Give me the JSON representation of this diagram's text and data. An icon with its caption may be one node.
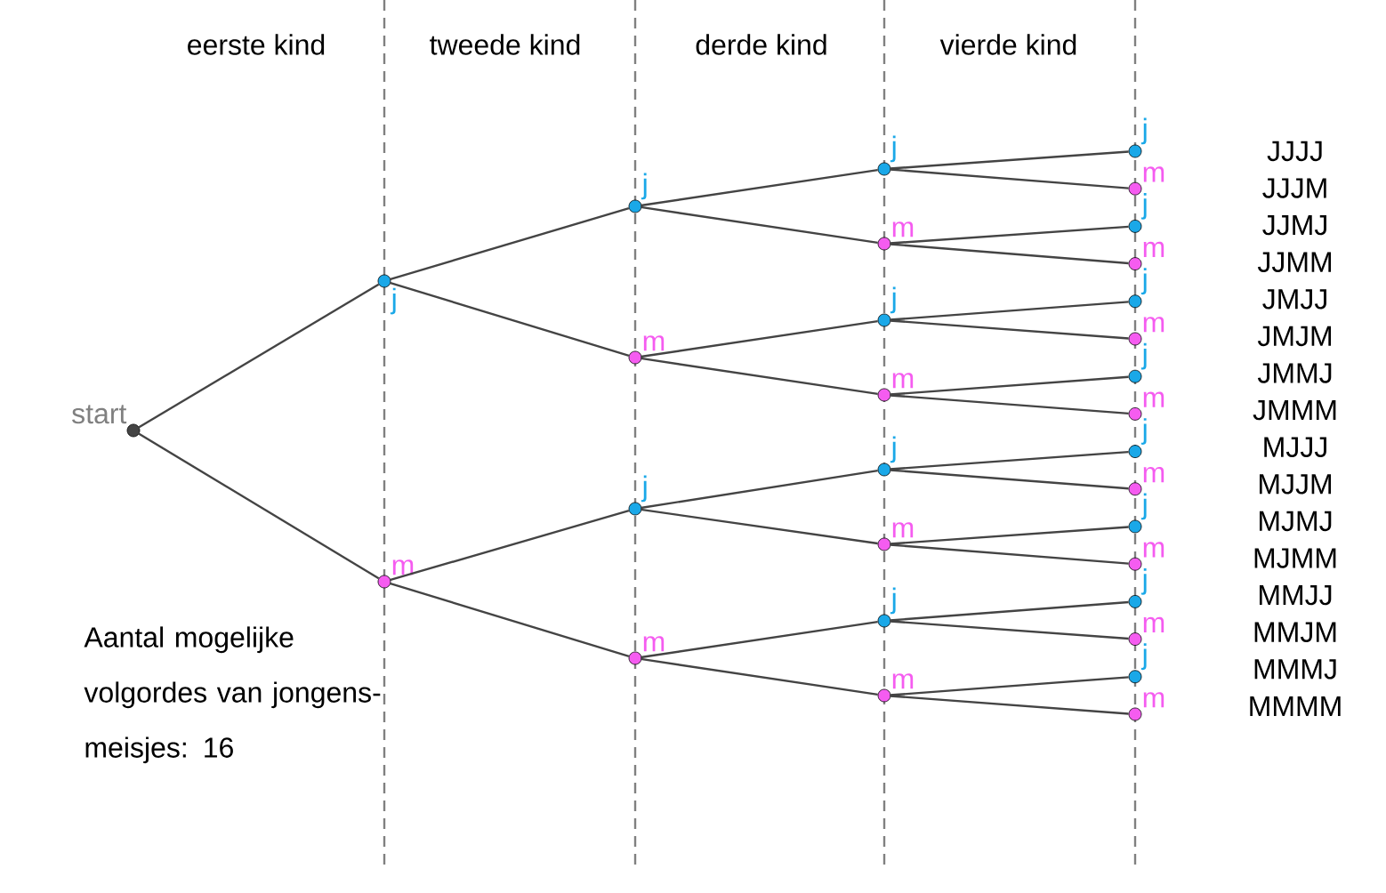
{
  "diagram": {
    "nodes": [
      {
        "text": [
          "start"
        ]
      },
      {
        "text": [
          "j"
        ]
      },
      {
        "text": [
          "m"
        ]
      },
      {
        "text": [
          "j"
        ]
      },
      {
        "text": [
          "m"
        ]
      },
      {
        "text": [
          "j"
        ]
      },
      {
        "text": [
          "m"
        ]
      },
      {
        "text": [
          "j"
        ]
      },
      {
        "text": [
          "m"
        ]
      },
      {
        "text": [
          "j"
        ]
      },
      {
        "text": [
          "m"
        ]
      },
      {
        "text": [
          "j"
        ]
      },
      {
        "text": [
          "m"
        ]
      },
      {
        "text": [
          "j"
        ]
      },
      {
        "text": [
          "m"
        ]
      },
      {
        "text": [
          "j"
        ]
      },
      {
        "text": [
          "m"
        ]
      },
      {
        "text": [
          "j"
        ]
      },
      {
        "text": [
          "m"
        ]
      },
      {
        "text": [
          "j"
        ]
      },
      {
        "text": [
          "m"
        ]
      },
      {
        "text": [
          "j"
        ]
      },
      {
        "text": [
          "m"
        ]
      },
      {
        "text": [
          "j"
        ]
      },
      {
        "text": [
          "m"
        ]
      },
      {
        "text": [
          "j"
        ]
      },
      {
        "text": [
          "m"
        ]
      },
      {
        "text": [
          "j"
        ]
      },
      {
        "text": [
          "m"
        ]
      },
      {
        "text": [
          "j"
        ]
      },
      {
        "text": [
          "m"
        ]
      }
    ],
    "edges": [
      {
        "from": 0,
        "to": 1,
        "arrow": "none"
      },
      {
        "from": 0,
        "to": 2,
        "arrow": "none"
      },
      {
        "from": 1,
        "to": 3,
        "arrow": "none"
      },
      {
        "from": 1,
        "to": 4,
        "arrow": "none"
      },
      {
        "from": 2,
        "to": 5,
        "arrow": "none"
      },
      {
        "from": 2,
        "to": 6,
        "arrow": "none"
      },
      {
        "from": 3,
        "to": 7,
        "arrow": "none"
      },
      {
        "from": 3,
        "to": 8,
        "arrow": "none"
      },
      {
        "from": 4,
        "to": 9,
        "arrow": "none"
      },
      {
        "from": 4,
        "to": 10,
        "arrow": "none"
      },
      {
        "from": 5,
        "to": 11,
        "arrow": "none"
      },
      {
        "from": 5,
        "to": 12,
        "arrow": "none"
      },
      {
        "from": 6,
        "to": 13,
        "arrow": "none"
      },
      {
        "from": 6,
        "to": 14,
        "arrow": "none"
      },
      {
        "from": 7,
        "to": 15,
        "arrow": "none"
      },
      {
        "from": 7,
        "to": 16,
        "arrow": "none"
      },
      {
        "from": 8,
        "to": 17,
        "arrow": "none"
      },
      {
        "from": 8,
        "to": 18,
        "arrow": "none"
      },
      {
        "from": 9,
        "to": 19,
        "arrow": "none"
      },
      {
        "from": 9,
        "to": 20,
        "arrow": "none"
      },
      {
        "from": 10,
        "to": 21,
        "arrow": "none"
      },
      {
        "from": 10,
        "to": 22,
        "arrow": "none"
      },
      {
        "from": 11,
        "to": 23,
        "arrow": "none"
      },
      {
        "from": 11,
        "to": 24,
        "arrow": "none"
      },
      {
        "from": 12,
        "to": 25,
        "arrow": "none"
      },
      {
        "from": 12,
        "to": 26,
        "arrow": "none"
      },
      {
        "from": 13,
        "to": 27,
        "arrow": "none"
      },
      {
        "from": 13,
        "to": 28,
        "arrow": "none"
      },
      {
        "from": 14,
        "to": 29,
        "arrow": "none"
      },
      {
        "from": 14,
        "to": 30,
        "arrow": "none"
      }
    ],
    "labels": [
      "eerste kind",
      "tweede kind",
      "derde kind",
      "vierde kind",
      "JJJJ",
      "JJJM",
      "JJMJ",
      "JJMM",
      "JMJJ",
      "JMJM",
      "JMMJ",
      "JMMM",
      "MJJJ",
      "MJJM",
      "MJMJ",
      "MJMM",
      "MMJJ",
      "MMJM",
      "MMMJ",
      "MMMM",
      "Aantal mogelijke volgordes van jongens-meisjes: 16"
    ]
  }
}
